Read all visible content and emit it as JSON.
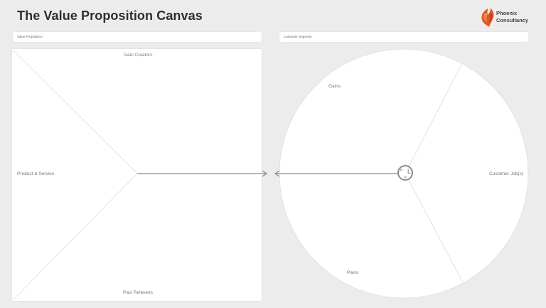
{
  "title": "The Value Proposition Canvas",
  "logo": {
    "line1": "Phoenix",
    "line2": "Consultancy",
    "icon": "phoenix-logo-icon",
    "color": "#e0552a"
  },
  "value_proposition": {
    "header": "Value Proposition",
    "gain_creators": "Gain Creators",
    "products_services": "Product & Service",
    "pain_relievers": "Pain Relievers"
  },
  "customer_segment": {
    "header": "Customer Segment",
    "gains": "Gains",
    "customer_jobs": "Customer Job(s)",
    "pains": "Pains",
    "face_icon": "smiley-face-icon",
    "face_glyph": "° L °"
  }
}
